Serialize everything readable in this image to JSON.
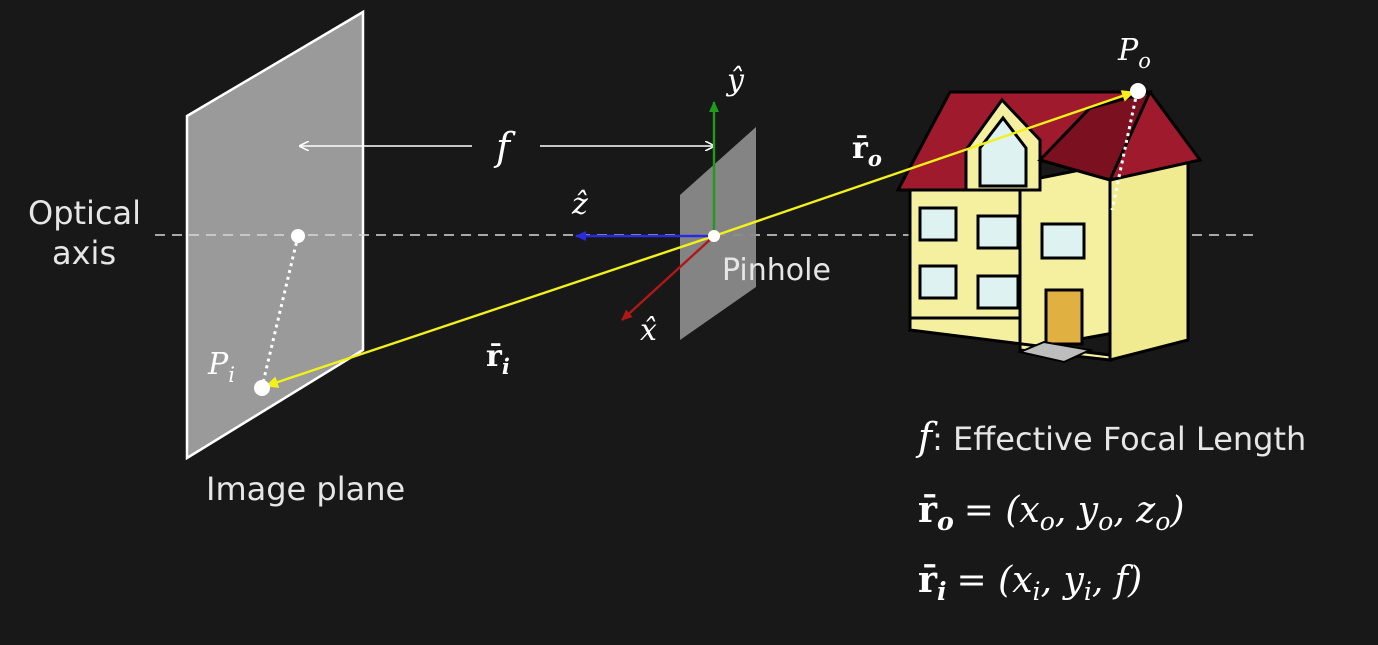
{
  "labels": {
    "optical_axis_line1": "Optical",
    "optical_axis_line2": "axis",
    "image_plane": "Image plane",
    "pinhole": "Pinhole",
    "focal_length_symbol": "f"
  },
  "axes": {
    "y_hat": "ŷ",
    "z_hat": "ẑ",
    "x_hat": "x̂"
  },
  "points": {
    "object_point": "P",
    "object_sub": "o",
    "image_point": "P",
    "image_sub": "i"
  },
  "vectors": {
    "r_o_base": "r̄",
    "r_o_sub": "o",
    "r_i_base": "r̄",
    "r_i_sub": "i"
  },
  "definitions": {
    "f_symbol": "f",
    "f_text": ": Effective Focal Length",
    "ro_lhs": "r̄",
    "ro_lhs_sub": "o",
    "ro_rhs": "= (x",
    "ro_x_sub": "o",
    "ro_y": ", y",
    "ro_y_sub": "o",
    "ro_z": ", z",
    "ro_z_sub": "o",
    "ro_close": ")",
    "ri_lhs": "r̄",
    "ri_lhs_sub": "i",
    "ri_rhs": "= (x",
    "ri_x_sub": "i",
    "ri_y": ", y",
    "ri_y_sub": "i",
    "ri_tail": ", f)"
  },
  "colors": {
    "background": "#181818",
    "plane": "#9a9a9a",
    "ray": "#f2f21a",
    "z_axis": "#2020d0",
    "y_axis": "#1f9a1f",
    "x_axis": "#b01818",
    "house_wall": "#f5f0a0",
    "house_roof": "#a01a2e",
    "window": "#dff2f2",
    "door": "#e0b040"
  }
}
